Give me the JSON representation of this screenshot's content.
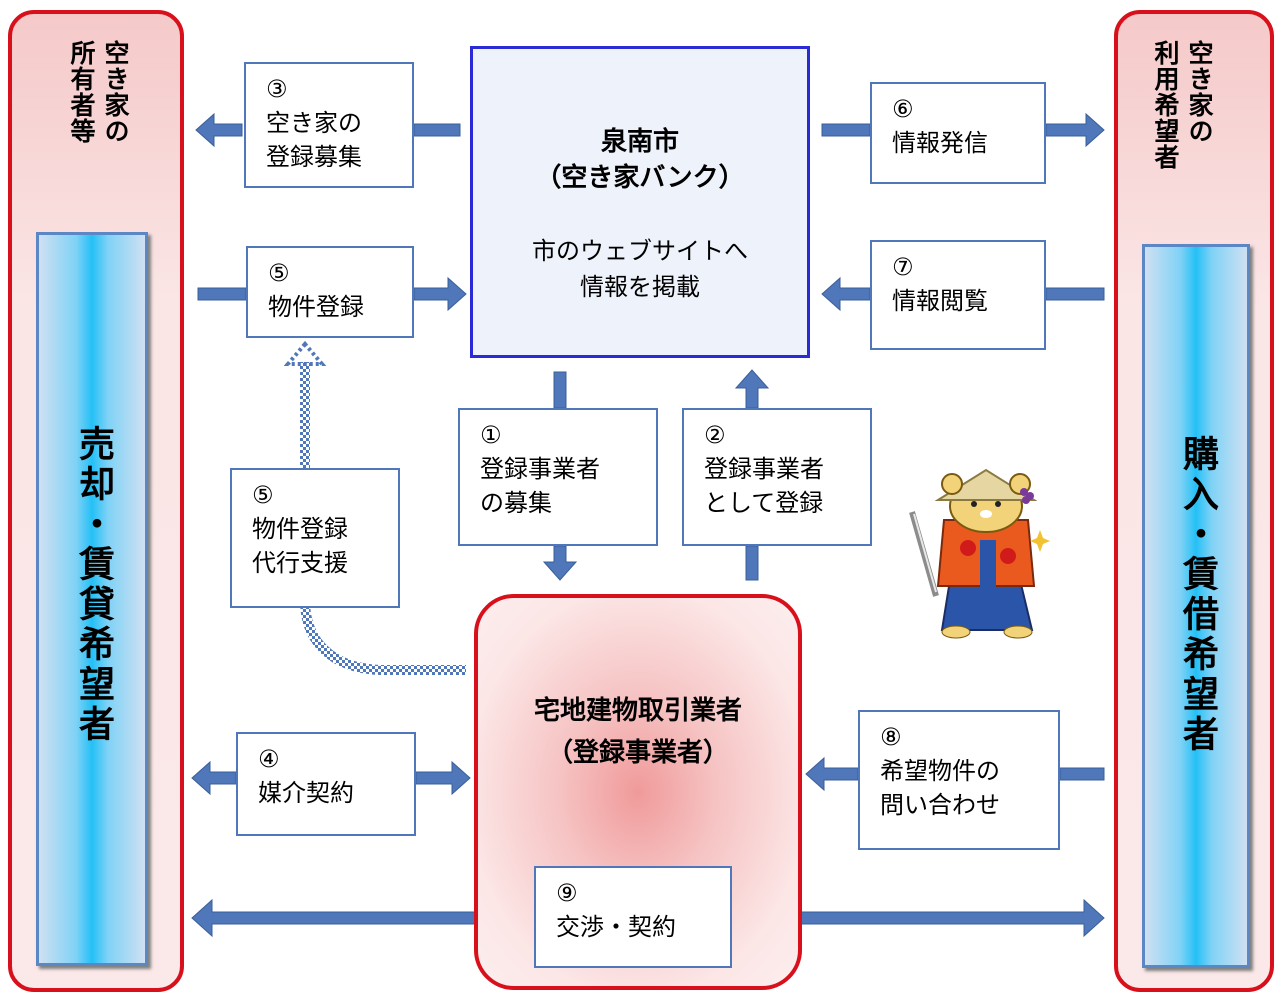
{
  "left_panel": {
    "title_line1": "空き家の",
    "title_line2": "所有者等",
    "label": "売却・賃貸希望者"
  },
  "right_panel": {
    "title_line1": "空き家の",
    "title_line2": "利用希望者",
    "label": "購入・賃借希望者"
  },
  "city": {
    "name": "泉南市",
    "subtitle": "（空き家バンク）",
    "desc_line1": "市のウェブサイトへ",
    "desc_line2": "情報を掲載"
  },
  "agent": {
    "name": "宅地建物取引業者",
    "subtitle": "（登録事業者）"
  },
  "steps": {
    "s1": {
      "num": "①",
      "line1": "登録事業者",
      "line2": "の募集"
    },
    "s2": {
      "num": "②",
      "line1": "登録事業者",
      "line2": "として登録"
    },
    "s3": {
      "num": "③",
      "line1": "空き家の",
      "line2": "登録募集"
    },
    "s4": {
      "num": "④",
      "line1": "媒介契約"
    },
    "s5a": {
      "num": "⑤",
      "line1": "物件登録"
    },
    "s5b": {
      "num": "⑤",
      "line1": "物件登録",
      "line2": "代行支援"
    },
    "s6": {
      "num": "⑥",
      "line1": "情報発信"
    },
    "s7": {
      "num": "⑦",
      "line1": "情報閲覧"
    },
    "s8": {
      "num": "⑧",
      "line1": "希望物件の",
      "line2": "問い合わせ"
    },
    "s9": {
      "num": "⑨",
      "line1": "交渉・契約"
    }
  },
  "colors": {
    "panel_border": "#d8101b",
    "arrow": "#4f77b9",
    "center_border": "#2a2ad6"
  },
  "icons": [
    "mascot-icon",
    "sparkle-icon"
  ]
}
